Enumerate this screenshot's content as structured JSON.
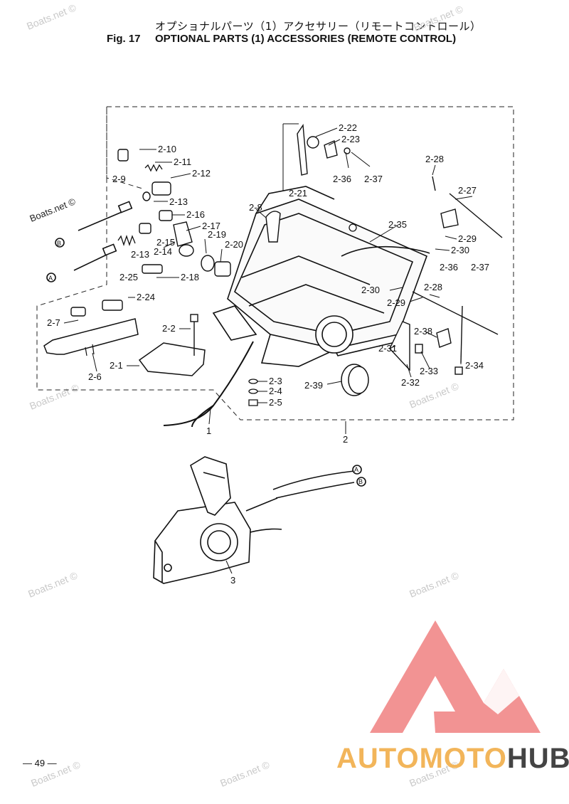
{
  "header": {
    "jp_title": "オプショナルパーツ（1）アクセサリー（リモートコントロール）",
    "fig_number": "Fig. 17",
    "fig_title": "OPTIONAL PARTS (1) ACCESSORIES (REMOTE CONTROL)"
  },
  "watermark": "Boats.net ©",
  "callouts": {
    "c2_10": "2-10",
    "c2_11": "2-11",
    "c2_12": "2-12",
    "c2_9": "2-9",
    "c2_13a": "2-13",
    "c2_16": "2-16",
    "c2_17": "2-17",
    "c2_15": "2-15",
    "c2_14": "2-14",
    "c2_13b": "2-13",
    "c2_19": "2-19",
    "c2_20": "2-20",
    "c2_25": "2-25",
    "c2_18": "2-18",
    "c2_24": "2-24",
    "c2_7": "2-7",
    "c2_6": "2-6",
    "c2_2": "2-2",
    "c2_1": "2-1",
    "c2_8": "2-8",
    "c2_22": "2-22",
    "c2_23": "2-23",
    "c2_21": "2-21",
    "c2_36a": "2-36",
    "c2_37a": "2-37",
    "c2_35": "2-35",
    "c2_28a": "2-28",
    "c2_27": "2-27",
    "c2_29a": "2-29",
    "c2_30a": "2-30",
    "c2_36b": "2-36",
    "c2_37b": "2-37",
    "c2_30b": "2-30",
    "c2_28b": "2-28",
    "c2_29b": "2-29",
    "c2_38": "2-38",
    "c2_31": "2-31",
    "c2_33": "2-33",
    "c2_34": "2-34",
    "c2_32": "2-32",
    "c2_3": "2-3",
    "c2_4": "2-4",
    "c2_5": "2-5",
    "c2_39": "2-39",
    "c1": "1",
    "c2": "2",
    "c3": "3",
    "markA": "A",
    "markB": "B"
  },
  "page_number": "— 49 —",
  "brand": {
    "part1": "AUTOMOTO",
    "part2": "HUB",
    "logo_color": "#f08080"
  }
}
